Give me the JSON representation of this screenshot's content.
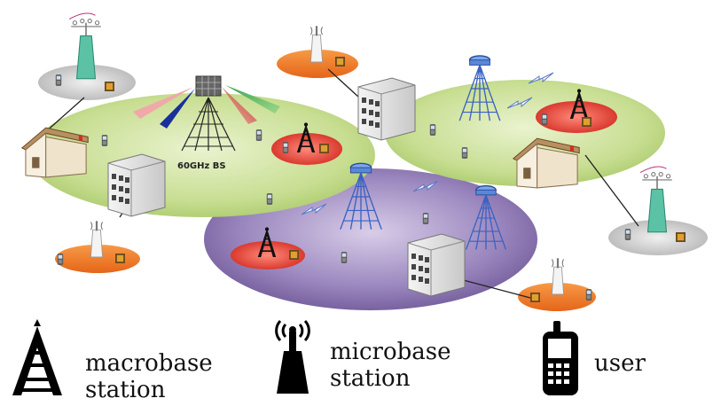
{
  "diagram": {
    "bs_label": "60GHz BS"
  },
  "legend": {
    "macro": "macrobase station",
    "micro": "microbase station",
    "user": "user"
  },
  "colors": {
    "green_cell": "#c4dc8e",
    "purple_cell": "#8c78b0",
    "orange_pad": "#f07a22",
    "red_pad": "#e23c2c",
    "gray_pad": "#bdbdbd",
    "tower_blue": "#4a72c8",
    "tower_teal": "#5bb8a0",
    "beam_red": "#d84040",
    "beam_blue": "#1a2f9a",
    "beam_green": "#2a9a40"
  },
  "icons": [
    "macro-tower-icon",
    "micro-tower-icon",
    "phone-icon",
    "house-icon",
    "office-building-icon",
    "rooftop-bs-icon",
    "wireless-bolt-icon"
  ]
}
